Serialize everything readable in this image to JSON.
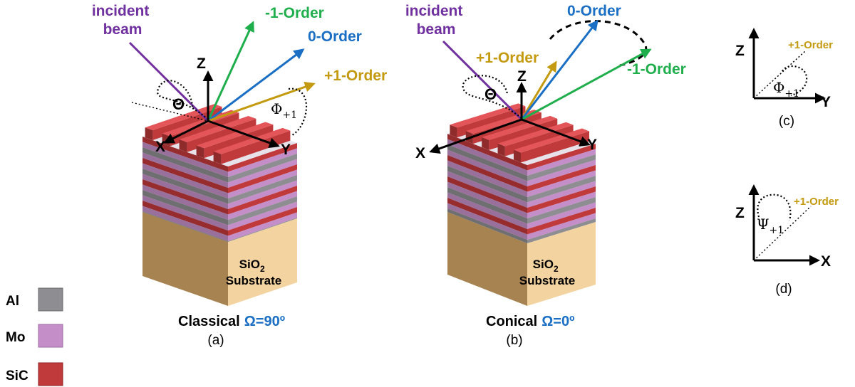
{
  "panels": {
    "a": {
      "incident": [
        "incident",
        "beam"
      ],
      "orders": {
        "minus1": "-1-Order",
        "zero": "0-Order",
        "plus1": "+1-Order"
      },
      "axes": {
        "z": "Z",
        "x": "X",
        "y": "Y"
      },
      "theta": "Θ",
      "phi": "Φ",
      "phi_sub": "+1",
      "substrate": {
        "main": "SiO",
        "sub": "2",
        "line2": "Substrate"
      },
      "mode": "Classical",
      "omega": "Ω=90º",
      "caption": "(a)"
    },
    "b": {
      "incident": [
        "incident",
        "beam"
      ],
      "orders": {
        "minus1": "-1-Order",
        "zero": "0-Order",
        "plus1": "+1-Order"
      },
      "axes": {
        "z": "Z",
        "x": "X",
        "y": "Y"
      },
      "theta": "Θ",
      "substrate": {
        "main": "SiO",
        "sub": "2",
        "line2": "Substrate"
      },
      "mode": "Conical",
      "omega": "Ω=0º",
      "caption": "(b)"
    },
    "c": {
      "axes": {
        "z": "Z",
        "y": "Y"
      },
      "order": "+1-Order",
      "angle": "Φ",
      "angle_sub": "+1",
      "caption": "(c)"
    },
    "d": {
      "axes": {
        "z": "Z",
        "x": "X"
      },
      "order": "+1-Order",
      "angle": "Ψ",
      "angle_sub": "+1",
      "caption": "(d)"
    }
  },
  "legend": [
    {
      "label": "Al",
      "color": "#8e8e92"
    },
    {
      "label": "Mo",
      "color": "#c48ec8"
    },
    {
      "label": "SiC",
      "color": "#c0393b"
    }
  ],
  "colors": {
    "incident": "#7030a0",
    "minus1": "#1fae4c",
    "zero": "#1a6fc4",
    "plus1": "#c39a10",
    "omega": "#1a6fc4",
    "substrate_front": "#f3d3a0",
    "substrate_side": "#a78351"
  }
}
